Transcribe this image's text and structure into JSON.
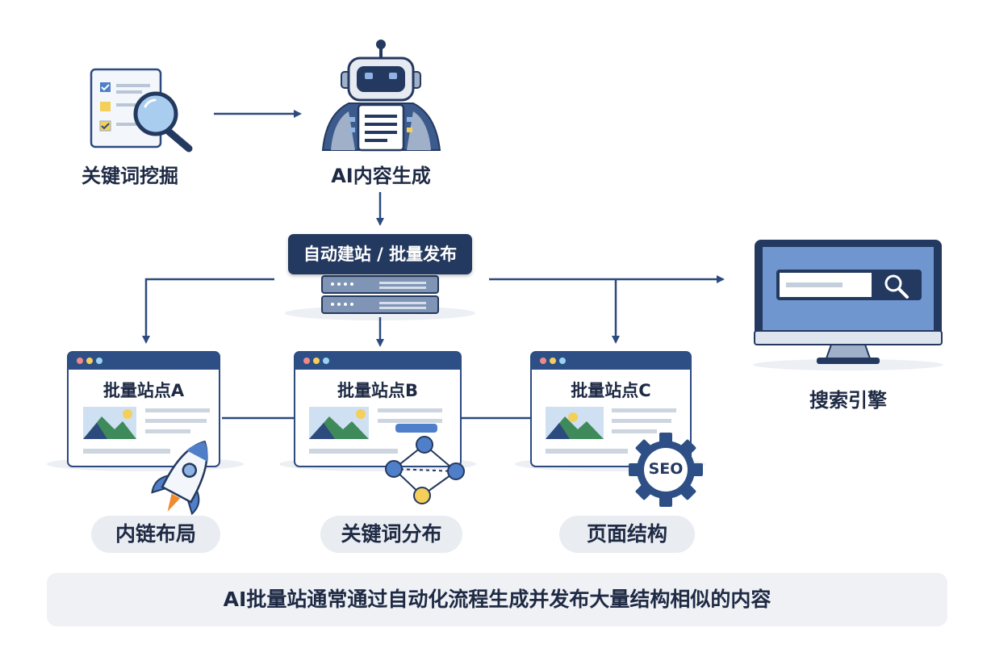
{
  "nodes": {
    "keyword_mining": "关键词挖掘",
    "ai_generation": "AI内容生成",
    "auto_publish": "自动建站 / 批量发布",
    "search_engine": "搜索引擎"
  },
  "sites": [
    {
      "title": "批量站点A",
      "feature": "内链布局"
    },
    {
      "title": "批量站点B",
      "feature": "关键词分布"
    },
    {
      "title": "批量站点C",
      "feature": "页面结构"
    }
  ],
  "seo_badge": "SEO",
  "caption": "AI批量站通常通过自动化流程生成并发布大量结构相似的内容",
  "colors": {
    "navy": "#24395f",
    "accent_blue": "#4f7fc9",
    "light_blue": "#8fb3e3",
    "yellow": "#f4cf5a",
    "orange": "#f08a2c",
    "pill_bg": "#e9ecf1",
    "caption_bg": "#eff1f5"
  }
}
